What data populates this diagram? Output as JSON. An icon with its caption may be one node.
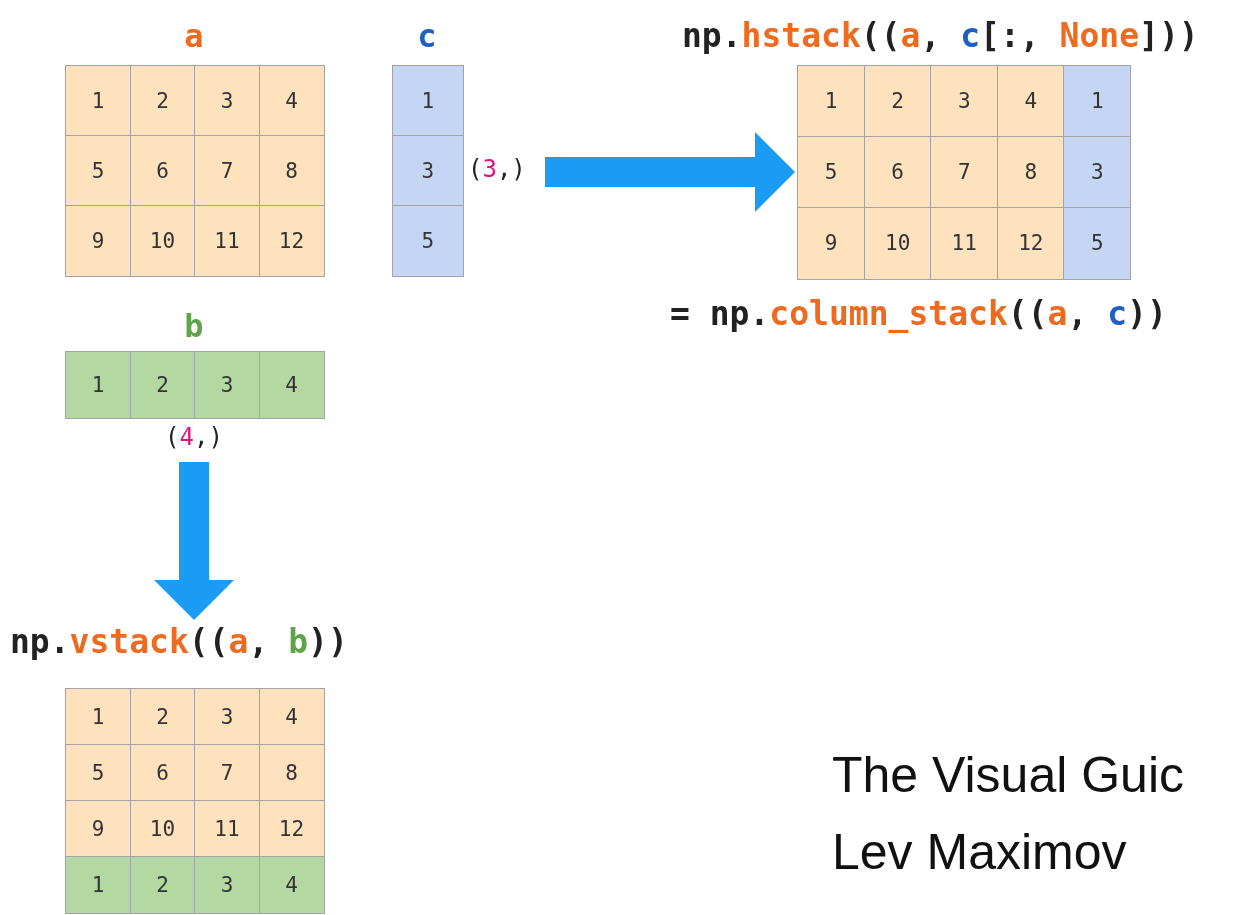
{
  "diagram": {
    "nodes": [
      {
        "text": [
          "a",
          "1",
          "2",
          "3",
          "4",
          "5",
          "6",
          "7",
          "8",
          "9",
          "10",
          "11",
          "12"
        ]
      },
      {
        "text": [
          "c",
          "1",
          "3",
          "5"
        ],
        "beside": [
          "(3,)"
        ]
      },
      {
        "text": [
          "b",
          "1",
          "2",
          "3",
          "4"
        ],
        "beside": [
          "(4,)"
        ]
      },
      {
        "text": [
          "np.hstack((a, c[:, None]))",
          "1",
          "2",
          "3",
          "4",
          "1",
          "5",
          "6",
          "7",
          "8",
          "3",
          "9",
          "10",
          "11",
          "12",
          "5"
        ],
        "beside": [
          "= np.column_stack((a, c))"
        ]
      },
      {
        "text": [
          "np.vstack((a, b))",
          "1",
          "2",
          "3",
          "4",
          "5",
          "6",
          "7",
          "8",
          "9",
          "10",
          "11",
          "12",
          "1",
          "2",
          "3",
          "4"
        ]
      }
    ],
    "edges": [
      {
        "from": 1,
        "to": 3,
        "arrow": "to"
      },
      {
        "from": 2,
        "to": 4,
        "arrow": "to"
      }
    ],
    "labels": [
      "The Visual Guic",
      "Lev Maximov"
    ]
  }
}
